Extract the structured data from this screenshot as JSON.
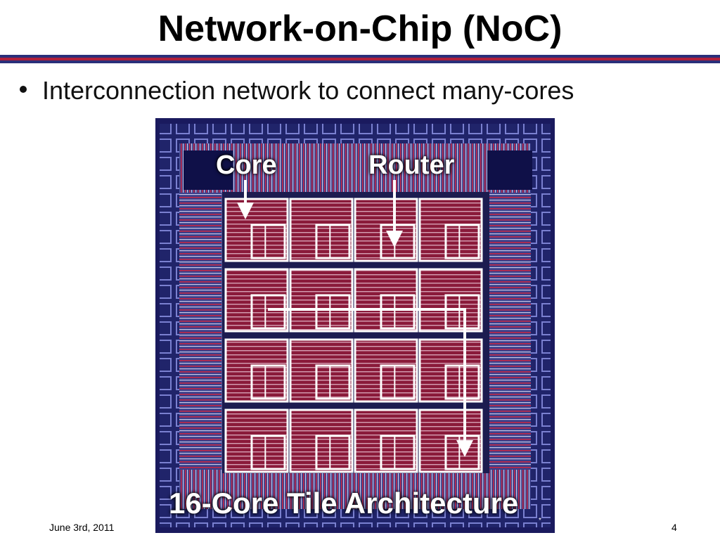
{
  "slide": {
    "title": "Network-on-Chip (NoC)",
    "bullet": "Interconnection network to connect many-cores",
    "labels": {
      "core": "Core",
      "router": "Router",
      "caption": "16-Core Tile Architecture",
      "footnote_mark": "*"
    },
    "footer": {
      "date": "June 3rd, 2011",
      "page": "4"
    },
    "colors": {
      "band_dark": "#2a2f7a",
      "band_red": "#b0203a",
      "chip_navy": "#1a1a5e",
      "tile_red": "#8a1a3a",
      "arrow": "#ffffff"
    },
    "grid": {
      "rows": 4,
      "cols": 4
    }
  }
}
